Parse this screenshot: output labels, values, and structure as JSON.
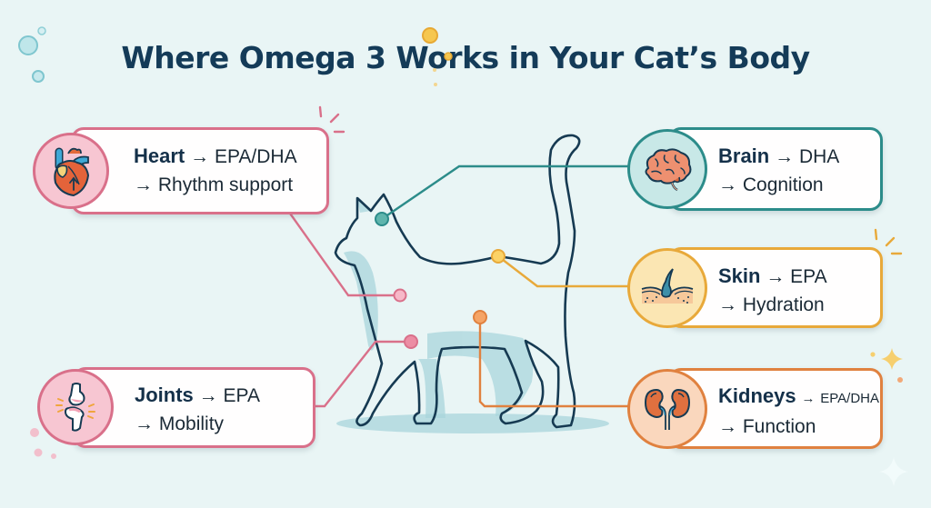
{
  "title": "Where Omega 3 Works in Your Cat’s Body",
  "colors": {
    "background": "#e9f5f5",
    "title": "#143b58",
    "heart": "#d9708a",
    "joints": "#d9708a",
    "brain": "#2c8c8a",
    "skin": "#e8a93a",
    "kidneys": "#e0813f",
    "cat_outline": "#163a52",
    "cat_shade": "#a9d6dc"
  },
  "cards": {
    "heart": {
      "organ": "Heart",
      "arrow1": "→",
      "nutrient": "EPA/DHA",
      "arrow2": "→",
      "benefit": "Rhythm support",
      "icon": "heart-icon"
    },
    "joints": {
      "organ": "Joints",
      "arrow1": "→",
      "nutrient": "EPA",
      "arrow2": "→",
      "benefit": "Mobility",
      "icon": "joint-icon"
    },
    "brain": {
      "organ": "Brain",
      "arrow1": "→",
      "nutrient": "DHA",
      "arrow2": "→",
      "benefit": "Cognition",
      "icon": "brain-icon"
    },
    "skin": {
      "organ": "Skin",
      "arrow1": "→",
      "nutrient": "EPA",
      "arrow2": "→",
      "benefit": "Hydration",
      "icon": "skin-icon"
    },
    "kidneys": {
      "organ": "Kidneys",
      "arrow1": "→",
      "nutrient": "EPA/DHA",
      "arrow2": "→",
      "benefit": "Function",
      "icon": "kidney-icon"
    }
  }
}
